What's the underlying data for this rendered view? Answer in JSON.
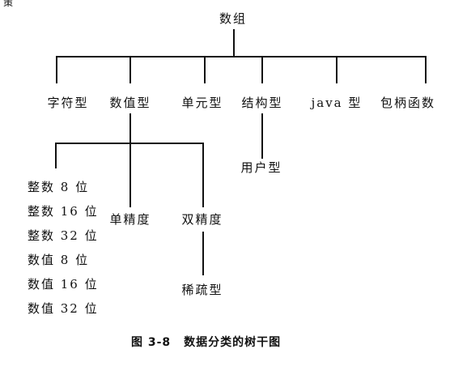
{
  "top_fragment": "策",
  "root": "数组",
  "categories": {
    "char": "字符型",
    "numeric": "数值型",
    "cell": "单元型",
    "struct": "结构型",
    "java": "java 型",
    "handle": "包柄函数"
  },
  "struct_child": "用户型",
  "numeric_children": {
    "integer_list": [
      "整数 8 位",
      "整数 16 位",
      "整数 32 位",
      "数值 8 位",
      "数值 16 位",
      "数值 32 位"
    ],
    "single": "单精度",
    "double": "双精度"
  },
  "double_child": "稀疏型",
  "caption": {
    "figure": "图 3-8",
    "title": "数据分类的树干图"
  }
}
